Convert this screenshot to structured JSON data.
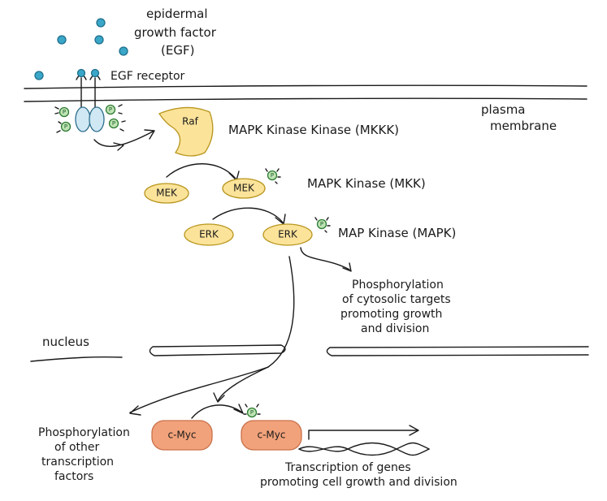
{
  "colors": {
    "kinase_fill": "#fbe39a",
    "kinase_stroke": "#b8961e",
    "myc_fill": "#f2a27a",
    "myc_stroke": "#c9704a",
    "egf_fill": "#3aa6c8",
    "receptor_fill": "#cfe8f3",
    "phosphate_fill": "#bfe3b6",
    "ink": "#1a1a1a"
  },
  "labels": {
    "egf_line1": "epidermal",
    "egf_line2": "growth factor",
    "egf_line3": "(EGF)",
    "egf_receptor": "EGF receptor",
    "plasma_line1": "plasma",
    "plasma_line2": "membrane",
    "raf": "Raf",
    "mkkk": "MAPK Kinase Kinase (MKKK)",
    "mek_inactive": "MEK",
    "mek_active": "MEK",
    "mkk": "MAPK Kinase (MKK)",
    "erk_inactive": "ERK",
    "erk_active": "ERK",
    "mapk": "MAP Kinase (MAPK)",
    "cyto_line1": "Phosphorylation",
    "cyto_line2": "of cytosolic targets",
    "cyto_line3": "promoting growth",
    "cyto_line4": "and division",
    "nucleus": "nucleus",
    "tf_line1": "Phosphorylation",
    "tf_line2": "of other",
    "tf_line3": "transcription",
    "tf_line4": "factors",
    "myc_inactive": "c-Myc",
    "myc_active": "c-Myc",
    "tx_line1": "Transcription of genes",
    "tx_line2": "promoting cell growth and division",
    "phosphate": "P"
  }
}
